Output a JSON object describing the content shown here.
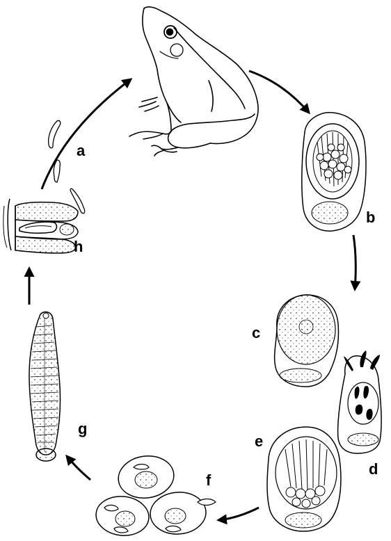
{
  "labels": {
    "a": "a",
    "b": "b",
    "c": "c",
    "d": "d",
    "e": "e",
    "f": "f",
    "g": "g",
    "h": "h"
  },
  "colors": {
    "ink": "#000000",
    "paper": "#ffffff"
  }
}
